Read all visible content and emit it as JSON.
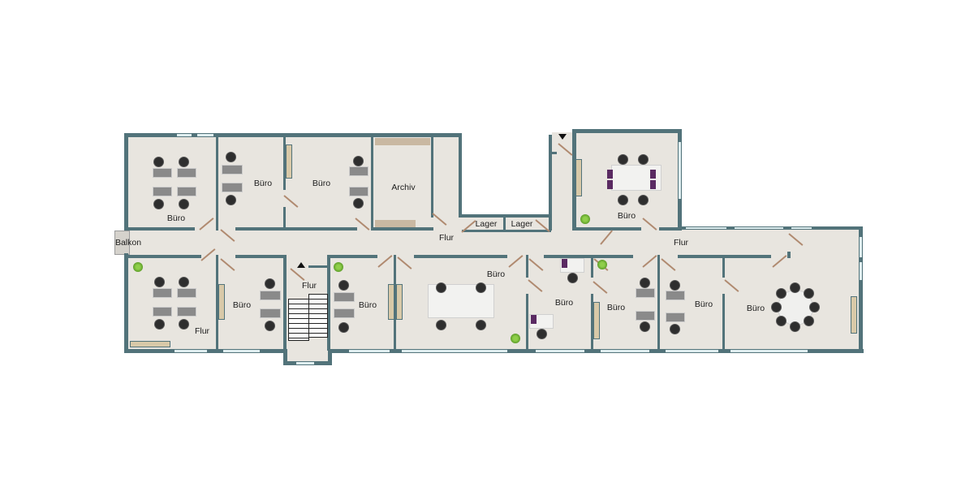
{
  "floorplan": {
    "colors": {
      "wall": "#52737a",
      "floor": "#e8e5df",
      "window": "#dfeef0",
      "door_swing": "#b08a70",
      "background": "#ffffff"
    },
    "rooms": {
      "top": [
        {
          "id": "buero-top-1",
          "label": "Büro"
        },
        {
          "id": "buero-top-2",
          "label": "Büro"
        },
        {
          "id": "buero-top-3",
          "label": "Büro"
        },
        {
          "id": "archiv",
          "label": "Archiv"
        },
        {
          "id": "lager-1",
          "label": "Lager"
        },
        {
          "id": "lager-2",
          "label": "Lager"
        },
        {
          "id": "buero-top-4",
          "label": "Büro"
        }
      ],
      "corridor": [
        {
          "id": "flur-main-1",
          "label": "Flur"
        },
        {
          "id": "flur-main-2",
          "label": "Flur"
        },
        {
          "id": "balkon",
          "label": "Balkon"
        }
      ],
      "bottom": [
        {
          "id": "flur-bottom-left",
          "label": "Flur"
        },
        {
          "id": "buero-bottom-1",
          "label": "Büro"
        },
        {
          "id": "flur-stairs",
          "label": "Flur"
        },
        {
          "id": "buero-bottom-2",
          "label": "Büro"
        },
        {
          "id": "buero-bottom-3",
          "label": "Büro"
        },
        {
          "id": "buero-bottom-4",
          "label": "Büro"
        },
        {
          "id": "buero-bottom-5",
          "label": "Büro"
        },
        {
          "id": "buero-bottom-6",
          "label": "Büro"
        },
        {
          "id": "buero-bottom-7",
          "label": "Büro"
        }
      ]
    }
  }
}
